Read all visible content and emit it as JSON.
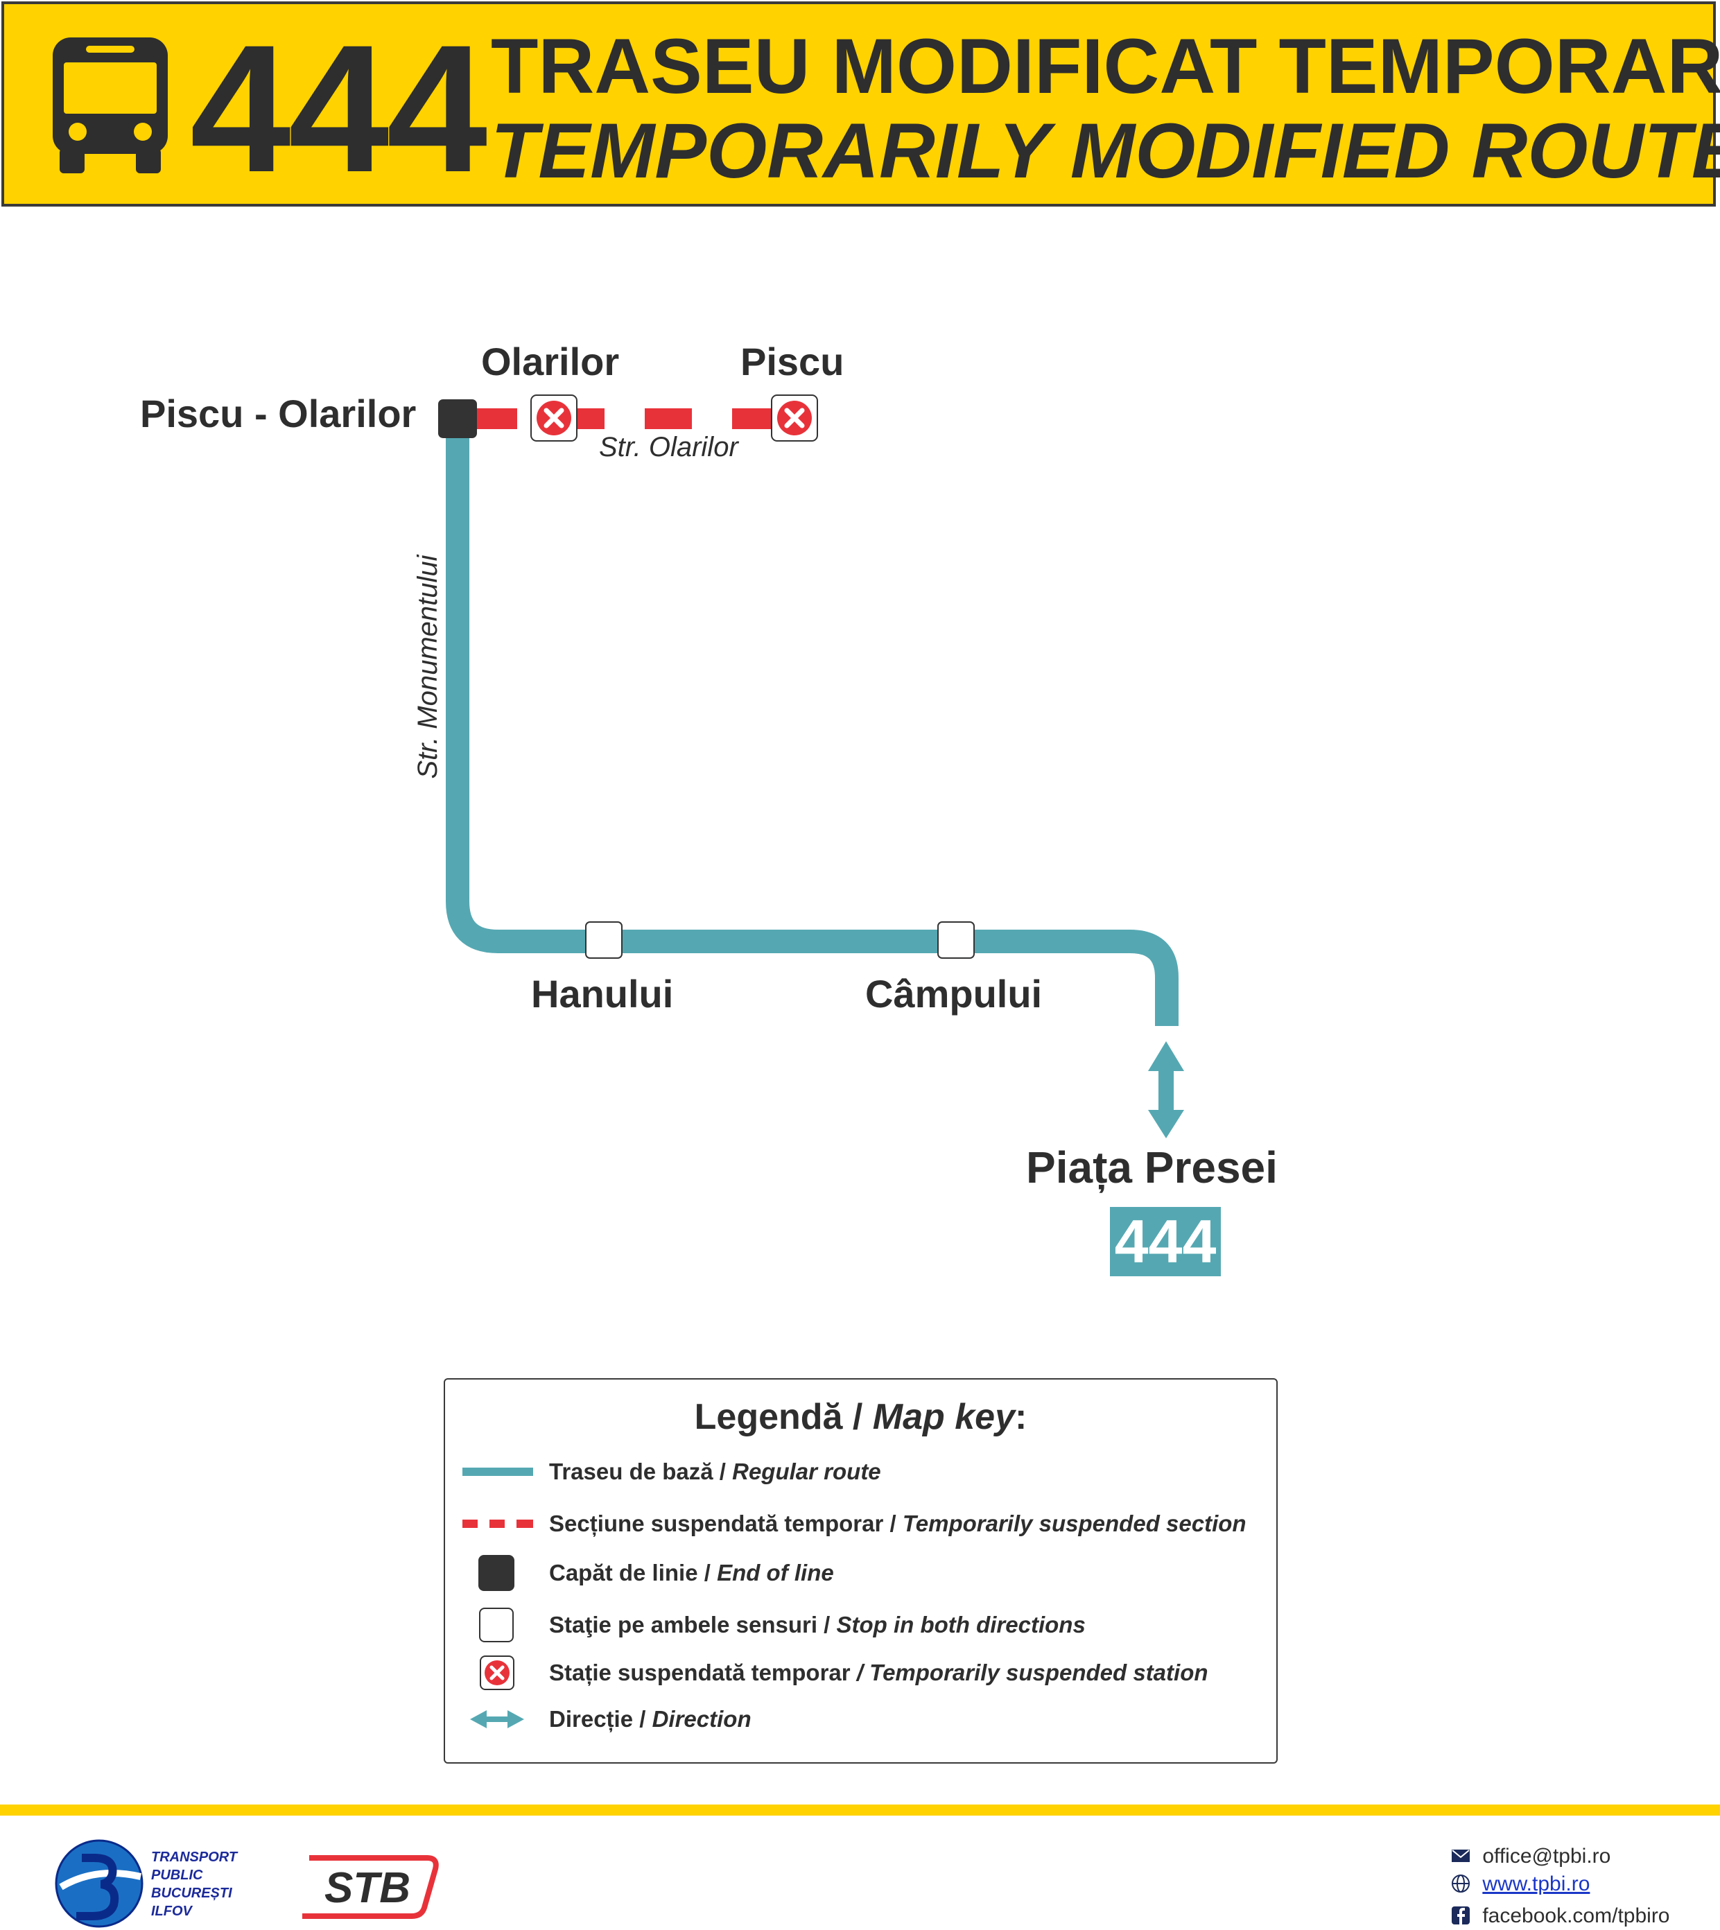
{
  "header": {
    "route_number": "444",
    "title_ro": "TRASEU MODIFICAT TEMPORAR",
    "title_en": "TEMPORARILY MODIFIED ROUTE",
    "icon": "bus-icon",
    "background_color": "#ffd200"
  },
  "map": {
    "terminus": "Piscu - Olarilor",
    "suspended_stops": [
      "Olarilor",
      "Piscu"
    ],
    "suspended_street": "Str. Olarilor",
    "regular_street": "Str. Monumentului",
    "stops": [
      "Hanului",
      "Câmpului"
    ],
    "destination": "Piața Presei",
    "destination_badge": "444",
    "route_color": "#55a8b2",
    "suspended_color": "#e8323a"
  },
  "legend": {
    "title_ro": "Legendă / ",
    "title_en": "Map key",
    "title_colon": ":",
    "items": [
      {
        "ro": "Traseu de bază / ",
        "en": "Regular route",
        "icon": "regular-route-line"
      },
      {
        "ro": "Secțiune suspendată temporar / ",
        "en": "Temporarily suspended section",
        "icon": "suspended-section-dashed-line"
      },
      {
        "ro": "Capăt de linie / ",
        "en": "End of line",
        "icon": "end-of-line-square"
      },
      {
        "ro": "Staţie pe ambele sensuri / ",
        "en": "Stop in both directions",
        "icon": "stop-square"
      },
      {
        "ro": "Stație suspendată temporar ",
        "en": "/ Temporarily suspended station",
        "icon": "suspended-station-icon"
      },
      {
        "ro": "Direcție / ",
        "en": "Direction",
        "icon": "direction-arrow-icon"
      }
    ]
  },
  "footer": {
    "tpbi_lines": [
      "TRANSPORT",
      "PUBLIC",
      "BUCUREȘTI",
      "ILFOV"
    ],
    "stb_logo_text": "STB",
    "email": "office@tpbi.ro",
    "website": "www.tpbi.ro",
    "facebook": "facebook.com/tpbiro"
  }
}
